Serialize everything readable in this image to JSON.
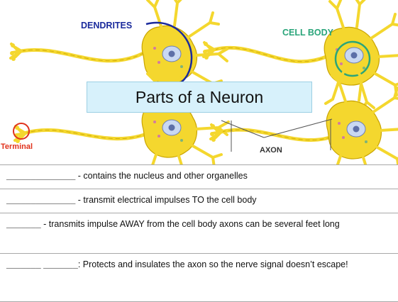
{
  "slide": {
    "title": "Parts of a Neuron",
    "labels": {
      "dendrites": "DENDRITES",
      "cell_body": "CELL BODY",
      "terminal": "Terminal",
      "axon": "AXON"
    },
    "colors": {
      "dendrites_label": "#1a2a9c",
      "cell_body_label": "#2aa57a",
      "terminal_label": "#e0321c",
      "axon_label": "#333333",
      "neuron_fill": "#f4d72e",
      "neuron_outline": "#c9a400",
      "title_box": "#d7f1fb"
    },
    "questions": [
      {
        "blank": "______________",
        "text": " - contains the nucleus and other organelles"
      },
      {
        "blank": "______________",
        "text": " - transmit electrical impulses TO the cell body"
      },
      {
        "blank": "_______",
        "text": " - transmits impulse AWAY from the cell body axons can be several feet long"
      },
      {
        "blank": "_______  _______",
        "text": ": Protects and insulates the axon so the nerve signal doesn’t escape!"
      }
    ]
  }
}
